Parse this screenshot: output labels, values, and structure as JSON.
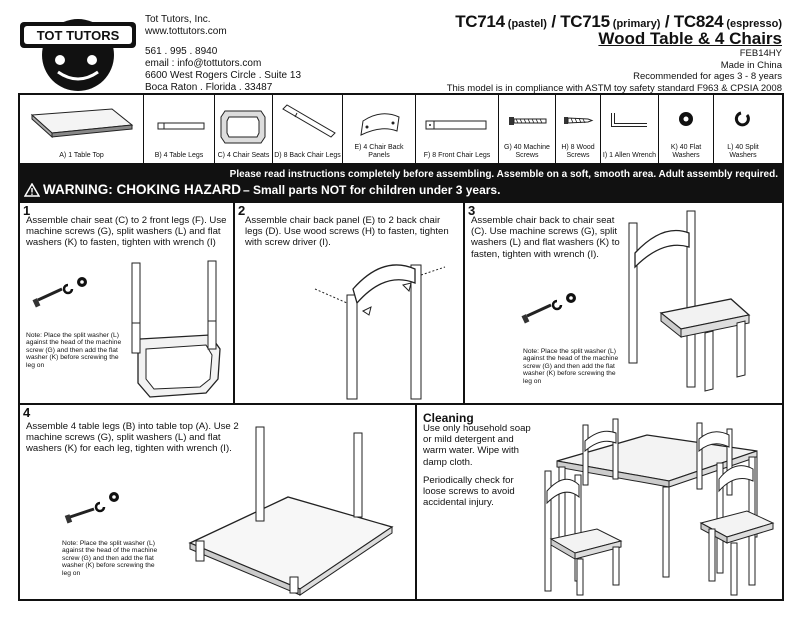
{
  "company": {
    "name": "Tot Tutors, Inc.",
    "website": "www.tottutors.com",
    "phone": "561 . 995 . 8940",
    "email": "email : info@tottutors.com",
    "address1": "6600 West Rogers Circle . Suite 13",
    "address2": "Boca Raton . Florida . 33487",
    "logo_text": "TOT TUTORS"
  },
  "header": {
    "m1": "TC714",
    "m1s": " (pastel)",
    "sep1": " / ",
    "m2": "TC715",
    "m2s": " (primary)",
    "sep2": " / ",
    "m3": "TC824",
    "m3s": " (espresso)",
    "title": "Wood Table & 4 Chairs",
    "code": "FEB14HY",
    "origin": "Made in China",
    "ages": "Recommended for ages 3  - 8 years",
    "compliance": "This model is in compliance with ASTM toy safety standard F963 & CPSIA 2008"
  },
  "parts": [
    {
      "label": "A) 1 Table Top",
      "icon": "table-top"
    },
    {
      "label": "B) 4 Table Legs",
      "icon": "table-legs"
    },
    {
      "label": "C) 4 Chair Seats",
      "icon": "chair-seat"
    },
    {
      "label": "D) 8 Back Chair Legs",
      "icon": "back-leg"
    },
    {
      "label": "E) 4 Chair Back Panels",
      "icon": "back-panel"
    },
    {
      "label": "F) 8 Front Chair Legs",
      "icon": "front-leg"
    },
    {
      "label": "G) 40 Machine Screws",
      "icon": "machine-screw"
    },
    {
      "label": "H) 8 Wood Screws",
      "icon": "wood-screw"
    },
    {
      "label": "I) 1 Allen Wrench",
      "icon": "allen-wrench"
    },
    {
      "label": "K) 40 Flat Washers",
      "icon": "flat-washer"
    },
    {
      "label": "L) 40 Split Washers",
      "icon": "split-washer"
    }
  ],
  "warning": {
    "notice": "Please read instructions completely before assembling. Assemble on a soft, smooth area.  Adult assembly required.",
    "title": "WARNING:  CHOKING HAZARD",
    "rest": " – Small parts NOT for children under 3 years."
  },
  "steps": [
    {
      "num": "1",
      "text": "Assemble chair seat (C) to 2 front legs (F). Use machine screws (G), split washers (L) and flat washers (K) to fasten, tighten with wrench (I)",
      "note": "Note: Place the split washer (L) against the head of the machine screw (G) and then add the flat washer (K) before screwing the leg on"
    },
    {
      "num": "2",
      "text": "Assemble chair back panel (E) to 2 back chair legs (D).  Use wood screws (H) to fasten, tighten with screw driver (I)."
    },
    {
      "num": "3",
      "text": "Assemble chair back to chair seat (C).  Use machine screws (G), split washers (L) and flat washers (K) to fasten, tighten with wrench (I).",
      "note": "Note: Place the split washer (L) against the head of the machine screw (G) and then add the flat washer (K) before screwing the leg on"
    },
    {
      "num": "4",
      "text": "Assemble 4 table legs (B) into table top (A). Use 2 machine screws (G), split washers (L) and flat washers (K) for each leg, tighten with wrench (I).",
      "note": "Note: Place the split washer (L) against the head of the machine screw (G) and then add the flat washer (K) before screwing the leg on"
    }
  ],
  "cleaning": {
    "title": "Cleaning",
    "text1": "Use only household soap or mild detergent and warm water.  Wipe with damp cloth.",
    "text2": "Periodically check for loose screws to avoid accidental injury."
  }
}
